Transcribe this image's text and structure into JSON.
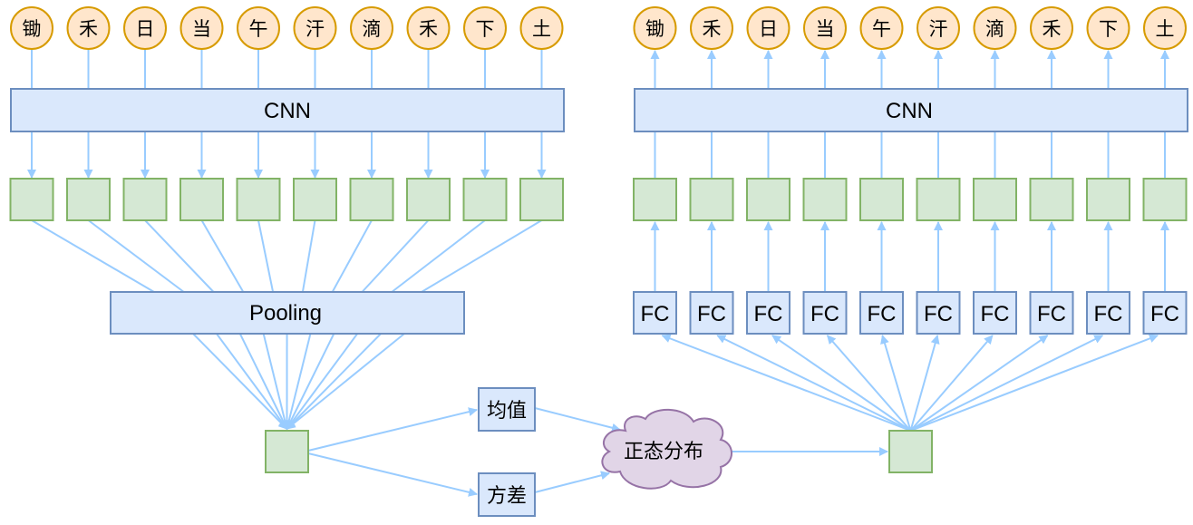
{
  "left": {
    "tokens": [
      "锄",
      "禾",
      "日",
      "当",
      "午",
      "汗",
      "滴",
      "禾",
      "下",
      "土"
    ],
    "encoder_label": "CNN",
    "pooling_label": "Pooling"
  },
  "middle": {
    "mean_label": "均值",
    "variance_label": "方差",
    "distribution_label": "正态分布"
  },
  "right": {
    "tokens": [
      "锄",
      "禾",
      "日",
      "当",
      "午",
      "汗",
      "滴",
      "禾",
      "下",
      "土"
    ],
    "decoder_label": "CNN",
    "fc_label": "FC"
  },
  "colors": {
    "token_fill": "#ffe6cc",
    "token_stroke": "#d79b00",
    "blue_fill": "#dae8fc",
    "blue_stroke": "#6c8ebf",
    "green_fill": "#d5e8d4",
    "green_stroke": "#82b366",
    "cloud_fill": "#e1d5e7",
    "cloud_stroke": "#9673a6",
    "arrow": "#99ccff"
  }
}
